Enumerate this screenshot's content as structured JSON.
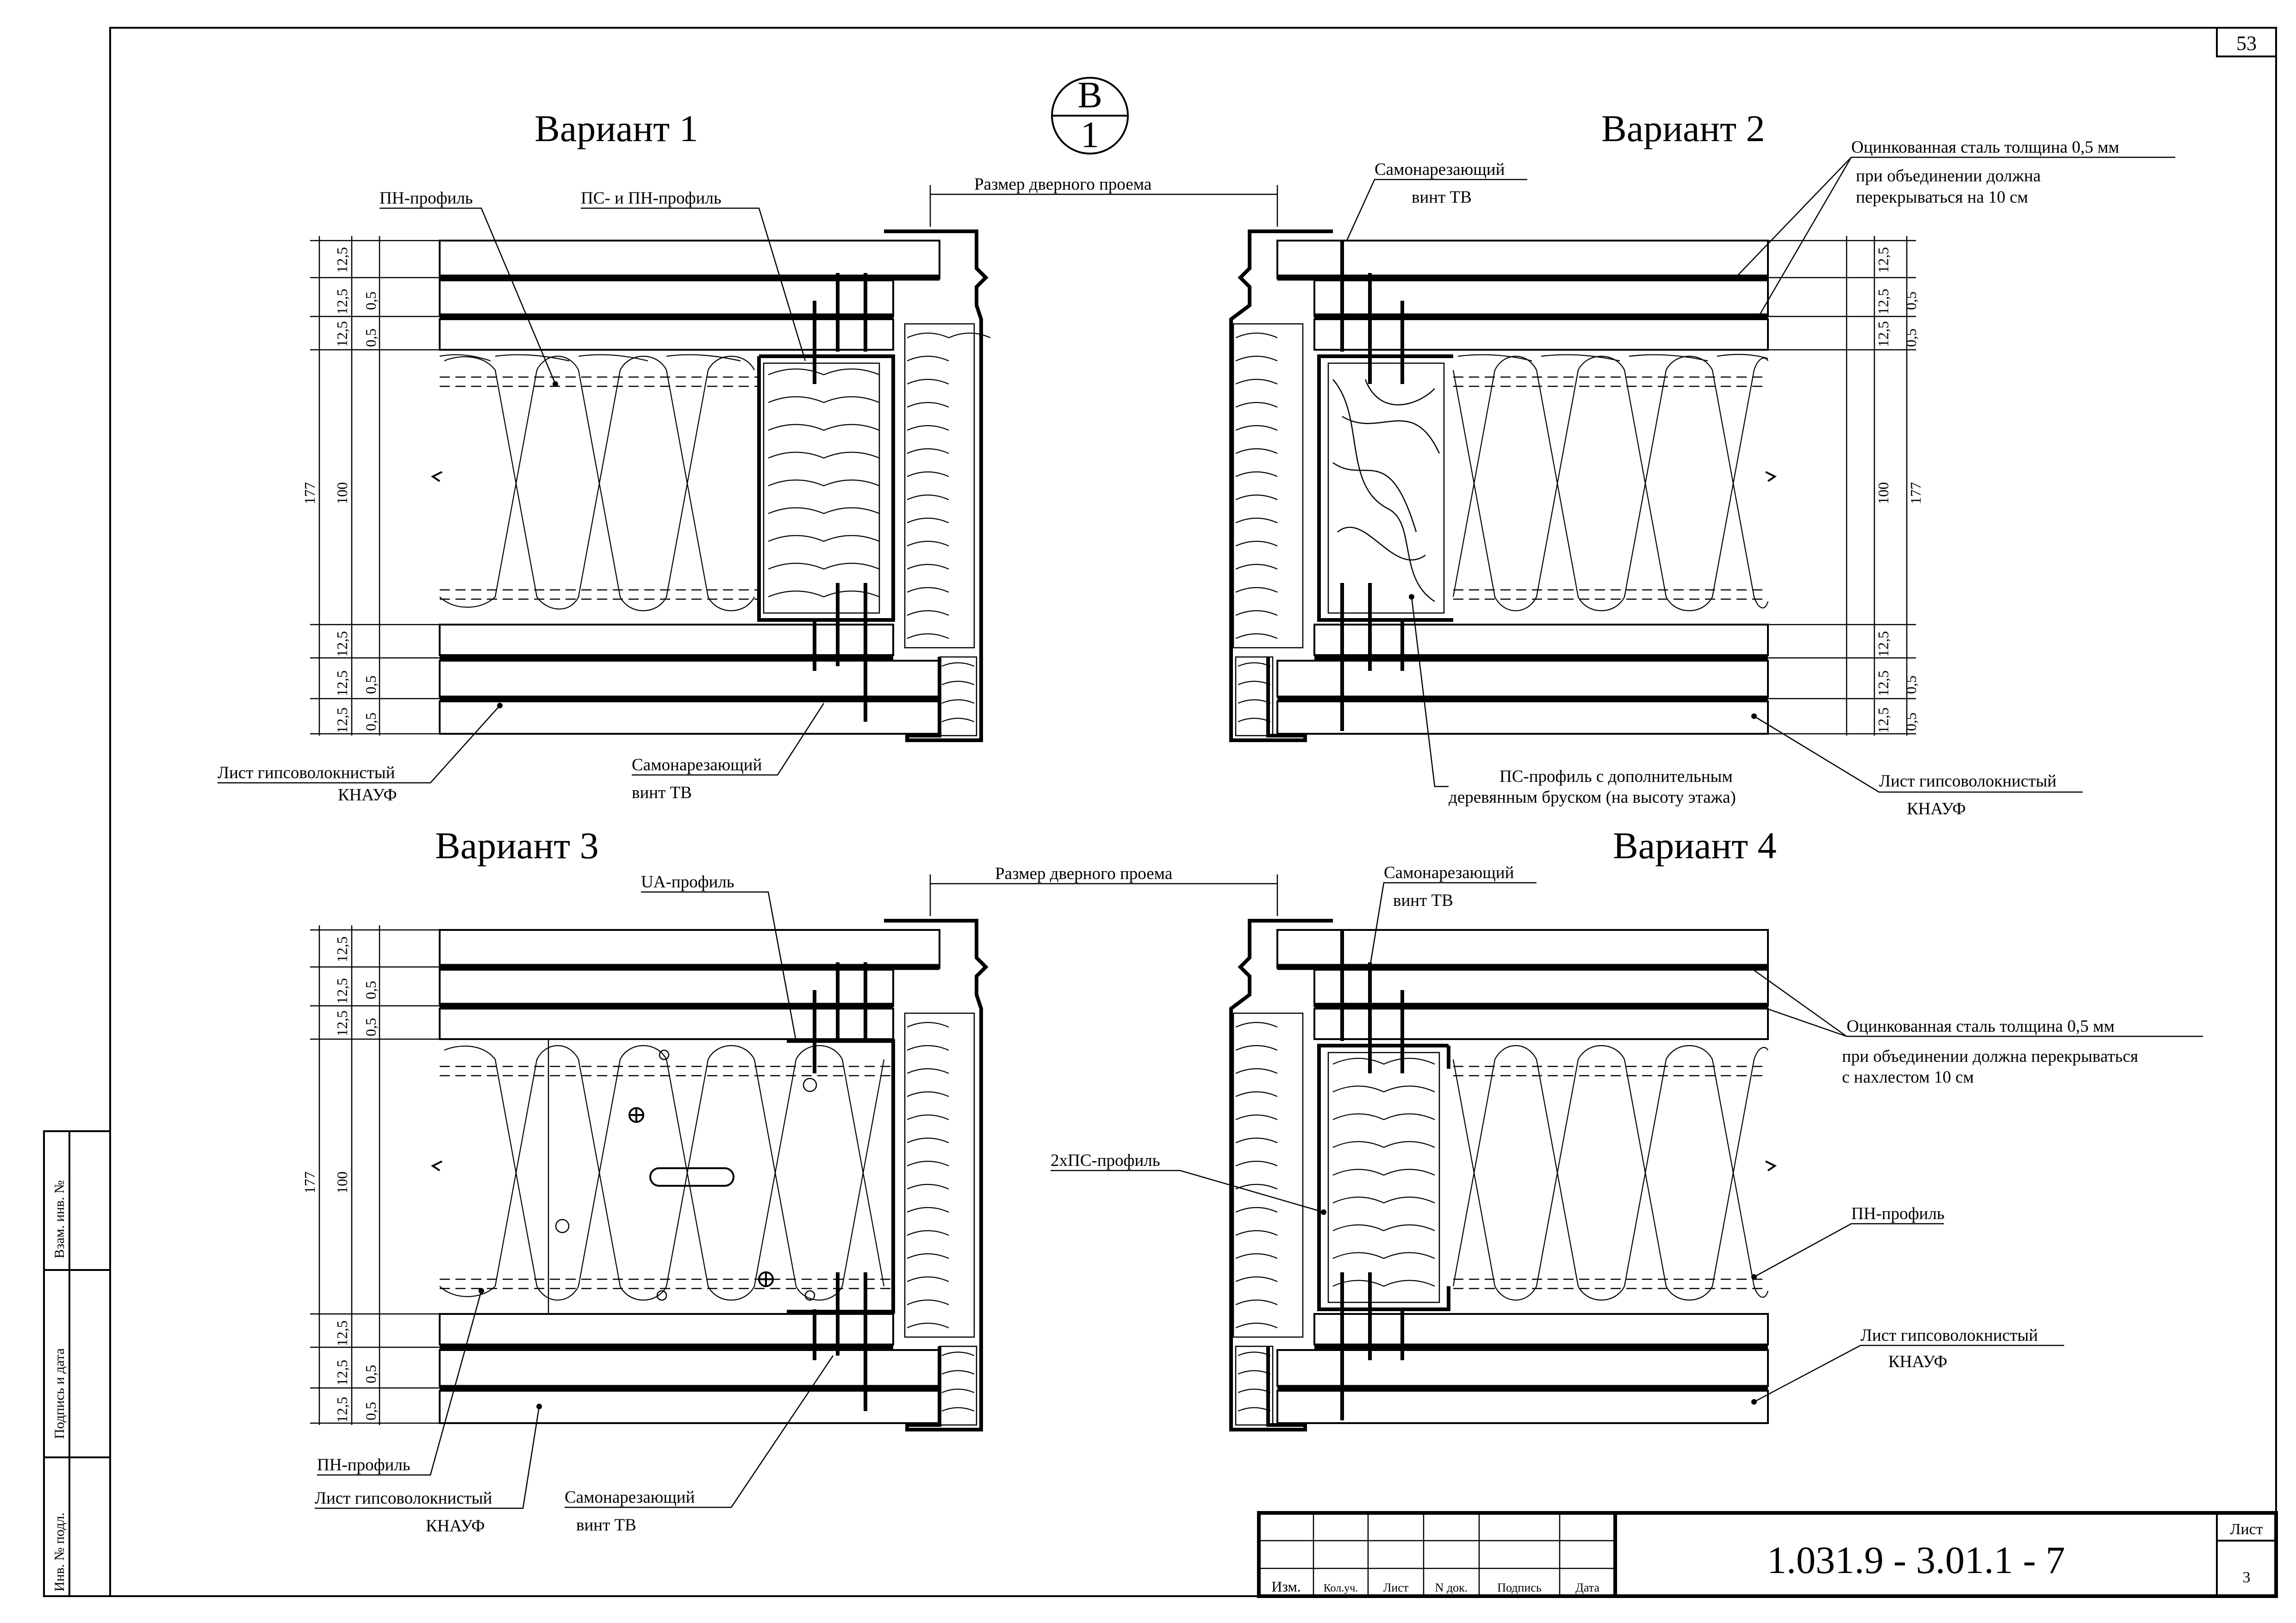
{
  "sheet": {
    "page_number": "53",
    "section_top": "В",
    "section_bottom": "1"
  },
  "variants": [
    {
      "title": "Вариант 1"
    },
    {
      "title": "Вариант 2"
    },
    {
      "title": "Вариант 3"
    },
    {
      "title": "Вариант 4"
    }
  ],
  "dims": {
    "d125": "12,5",
    "d05": "0,5",
    "d100": "100",
    "d177": "177"
  },
  "labels": {
    "pn_profile": "ПН-профиль",
    "ps_pn_profile": "ПС-  и  ПН-профиль",
    "door_opening": "Размер дверного проема",
    "screw_l1": "Самонарезающий",
    "screw_l2": "винт TB",
    "steel_v2_l1": "Оцинкованная сталь  толщина 0,5 мм",
    "steel_v2_l2": "при объединении должна",
    "steel_v2_l3": "перекрываться на 10 см",
    "gvl_l1": "Лист гипсоволокнистый",
    "gvl_l2": "КНАУФ",
    "ps_wood_l1": "ПС-профиль с дополнительным",
    "ps_wood_l2": "деревянным бруском (на высоту этажа)",
    "ua_profile": "UA-профиль",
    "two_ps": "2хПС-профиль",
    "steel_v4_l1": "Оцинкованная   сталь    толщина   0,5 мм",
    "steel_v4_l2": "при объединении должна   перекрываться",
    "steel_v4_l3": "с нахлестом 10 см"
  },
  "side_stamp": {
    "vzam": "Взам. инв. №",
    "podpis": "Подпись и дата",
    "inv": "Инв. № подл."
  },
  "title_block": {
    "code": "1.031.9 - 3.01.1 - 7",
    "sheet_label": "Лист",
    "sheet_number": "3",
    "columns": [
      "Изм.",
      "Кол.уч.",
      "Лист",
      "N док.",
      "Подпись",
      "Дата"
    ]
  }
}
